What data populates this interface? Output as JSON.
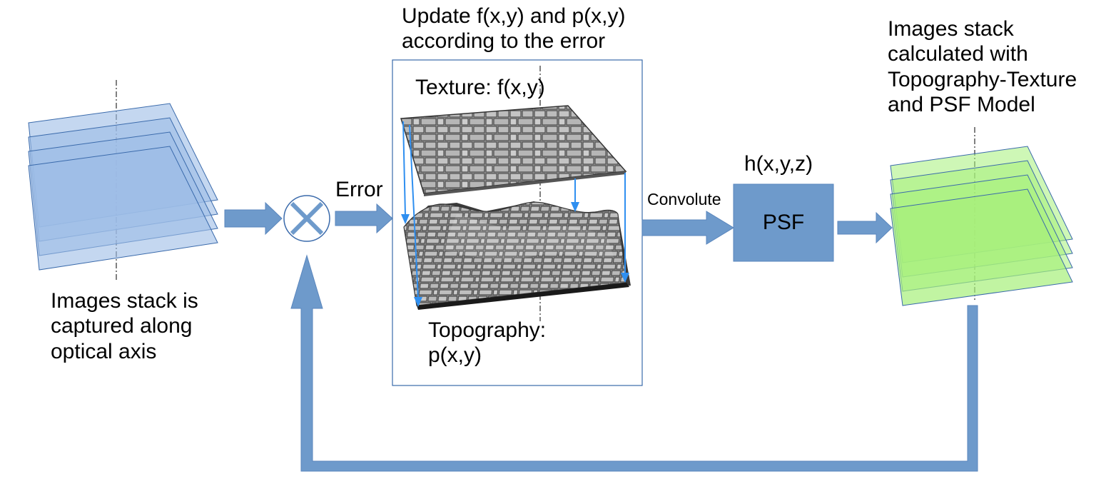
{
  "left_caption": [
    "Images stack is",
    "captured along",
    "optical axis"
  ],
  "error_label": "Error",
  "update_caption": [
    "Update f(x,y) and p(x,y)",
    "according to the error"
  ],
  "texture_label": "Texture:  f(x,y)",
  "topography_label": [
    "Topography:",
    "p(x,y)"
  ],
  "convolute_label": "Convolute",
  "psf_kernel_label": "h(x,y,z)",
  "psf_box_label": "PSF",
  "right_caption": [
    "Images stack",
    "calculated with",
    "Topography-Texture",
    "and PSF Model"
  ],
  "colors": {
    "arrow": "#6e9acb",
    "input_stack_fill": "#9dbde6",
    "input_stack_stroke": "#3a6aab",
    "output_stack_fill": "#a6f07a",
    "output_stack_stroke": "#3a6aab",
    "psf_box": "#6e9acb",
    "drop_arrow": "#2f8ff0",
    "surface": "#9a9a9a"
  }
}
